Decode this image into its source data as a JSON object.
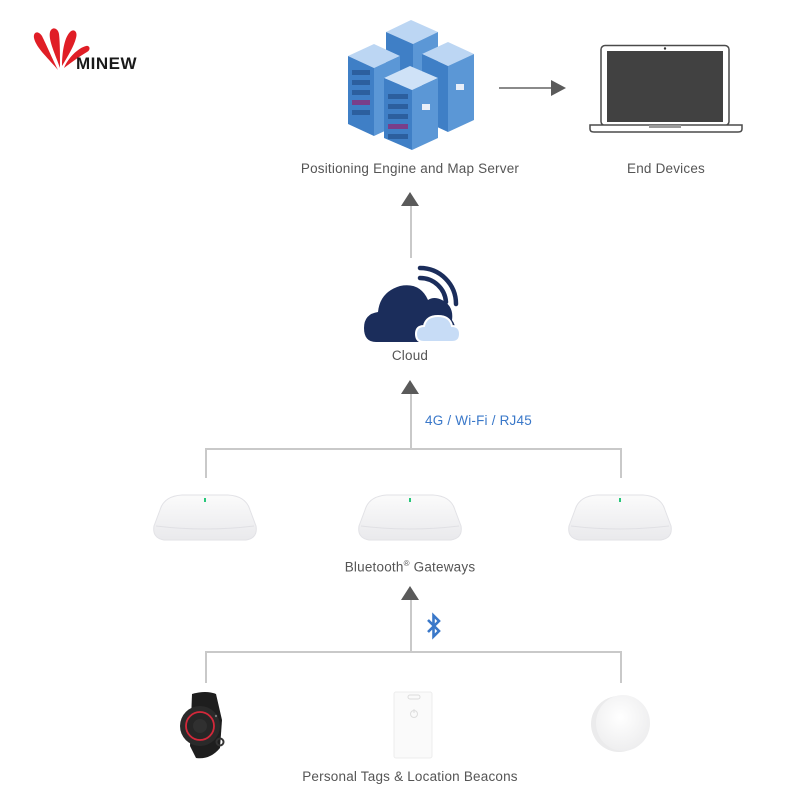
{
  "brand": {
    "name": "MINEW",
    "color": "#e01e26"
  },
  "nodes": {
    "server": {
      "label": "Positioning Engine and Map Server",
      "icon": "server-rack-icon"
    },
    "end_devices": {
      "label": "End Devices",
      "icon": "laptop-icon"
    },
    "cloud": {
      "label": "Cloud",
      "icon": "cloud-wireless-icon"
    },
    "gateways": {
      "label": "Bluetooth",
      "label_mark": "®",
      "label_suffix": " Gateways",
      "icon": "gateway-icon",
      "count": 3
    },
    "tags": {
      "label": "Personal Tags & Location Beacons",
      "items": [
        "wristband-tag-icon",
        "card-tag-icon",
        "round-beacon-icon"
      ]
    }
  },
  "links": {
    "gateway_to_cloud": {
      "label": "4G / Wi-Fi / RJ45",
      "color": "#3a78c9"
    },
    "tags_to_gateway": {
      "icon": "bluetooth-icon",
      "color": "#3a78c9"
    }
  },
  "colors": {
    "line": "#c9c9c9",
    "arrow": "#5a5a5a",
    "text": "#555555",
    "cloud_dark": "#1b2d5b",
    "cloud_light": "#c7dcf6",
    "server_blue": "#4a86c8",
    "led_green": "#27c77a"
  }
}
